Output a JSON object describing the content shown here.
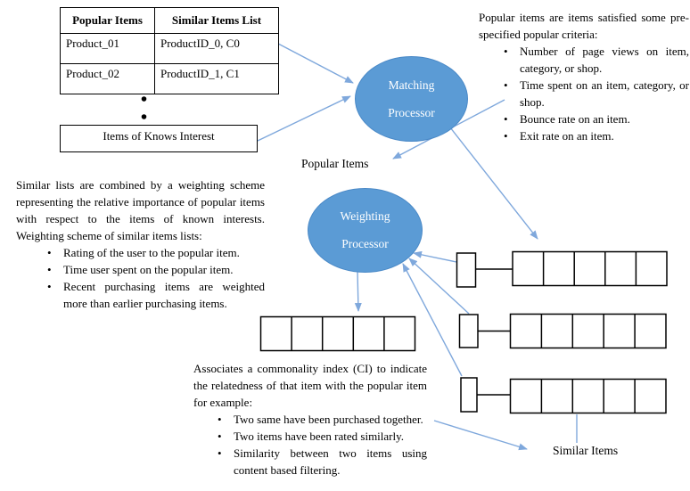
{
  "table": {
    "headers": [
      "Popular Items",
      "Similar Items List"
    ],
    "rows": [
      [
        "Product_01",
        "ProductID_0, C0"
      ],
      [
        "Product_02",
        "ProductID_1, C1"
      ]
    ]
  },
  "known_interest_box": "Items of Knows Interest",
  "labels": {
    "popular_items": "Popular Items",
    "similar_items": "Similar Items"
  },
  "processors": {
    "matching": {
      "line1": "Matching",
      "line2": "Processor"
    },
    "weighting": {
      "line1": "Weighting",
      "line2": "Processor"
    }
  },
  "blocks": {
    "criteria": {
      "intro": "Popular items are items satisfied some pre-specified popular criteria:",
      "bullets": [
        "Number of page views on item, category, or shop.",
        "Time spent on an item, category, or shop.",
        "Bounce rate on an item.",
        "Exit rate on an item."
      ]
    },
    "weighting_scheme": {
      "intro": "Similar lists are combined by a weighting scheme representing the relative importance of popular items with respect to the items of known interests. Weighting scheme of similar items lists:",
      "bullets": [
        "Rating of the user to the popular item.",
        "Time user spent on the popular item.",
        "Recent purchasing items are weighted more than earlier purchasing items."
      ]
    },
    "commonality": {
      "intro": "Associates a commonality index (CI) to indicate the relatedness of that item with the popular item for example:",
      "bullets": [
        "Two same have been purchased together.",
        "Two items have been rated similarly.",
        "Similarity between two items using content based filtering."
      ]
    }
  },
  "colors": {
    "ellipse_fill": "#5B9BD5",
    "ellipse_stroke": "#4A89C7",
    "arrow": "#7FA8DC",
    "shape_stroke": "#000000"
  }
}
